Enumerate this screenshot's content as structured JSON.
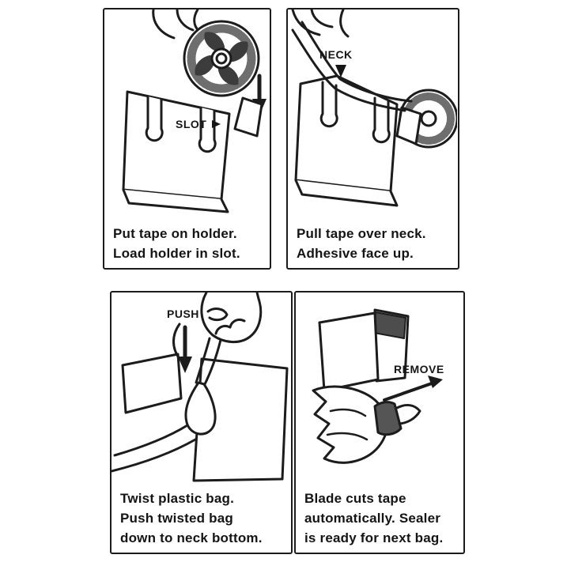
{
  "page": {
    "background": "#ffffff",
    "ink": "#1c1c1c",
    "tape_dark": "#4d4d4d"
  },
  "panels": [
    {
      "name": "load-tape-in-slot",
      "labels": {
        "slot": "SLOT"
      },
      "caption_lines": [
        "Put tape on holder.",
        "Load holder in slot."
      ]
    },
    {
      "name": "pull-tape-over-neck",
      "labels": {
        "neck": "NECK"
      },
      "caption_lines": [
        "Pull tape over neck.",
        "Adhesive face up."
      ]
    },
    {
      "name": "push-twisted-bag",
      "labels": {
        "push": "PUSH"
      },
      "caption_lines": [
        "Twist plastic bag.",
        "Push twisted bag",
        "down to neck bottom."
      ]
    },
    {
      "name": "remove-sealed-bag",
      "labels": {
        "remove": "REMOVE"
      },
      "caption_lines": [
        "Blade cuts tape",
        "automatically. Sealer",
        "is ready for next bag."
      ]
    }
  ]
}
